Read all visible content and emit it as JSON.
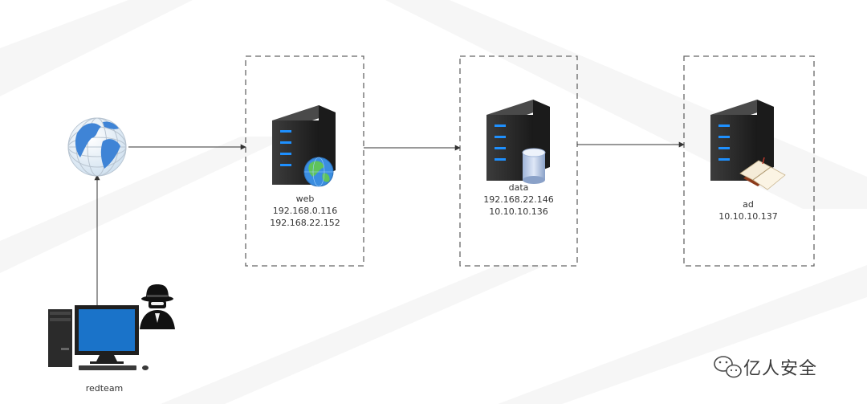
{
  "nodes": {
    "web": {
      "name": "web",
      "ips": [
        "192.168.0.116",
        "192.168.22.152"
      ]
    },
    "data": {
      "name": "data",
      "ips": [
        "192.168.22.146",
        "10.10.10.136"
      ]
    },
    "ad": {
      "name": "ad",
      "ips": [
        "10.10.10.137"
      ]
    },
    "attacker": {
      "name": "redteam"
    }
  },
  "icons": {
    "internet": "globe-icon",
    "attacker_pc": "desktop-computer-icon",
    "hacker": "hacker-icon",
    "web_server": "server-icon",
    "web_badge": "globe-icon",
    "data_server": "server-icon",
    "data_badge": "database-icon",
    "ad_server": "server-icon",
    "ad_badge": "book-icon",
    "watermark": "wechat-icon"
  },
  "watermark": {
    "text": "亿人安全"
  },
  "colors": {
    "server_body": "#2a2a2a",
    "server_led": "#1e90ff",
    "dashed_border": "#666666",
    "arrow": "#333333",
    "monitor_screen": "#1a73c9"
  }
}
